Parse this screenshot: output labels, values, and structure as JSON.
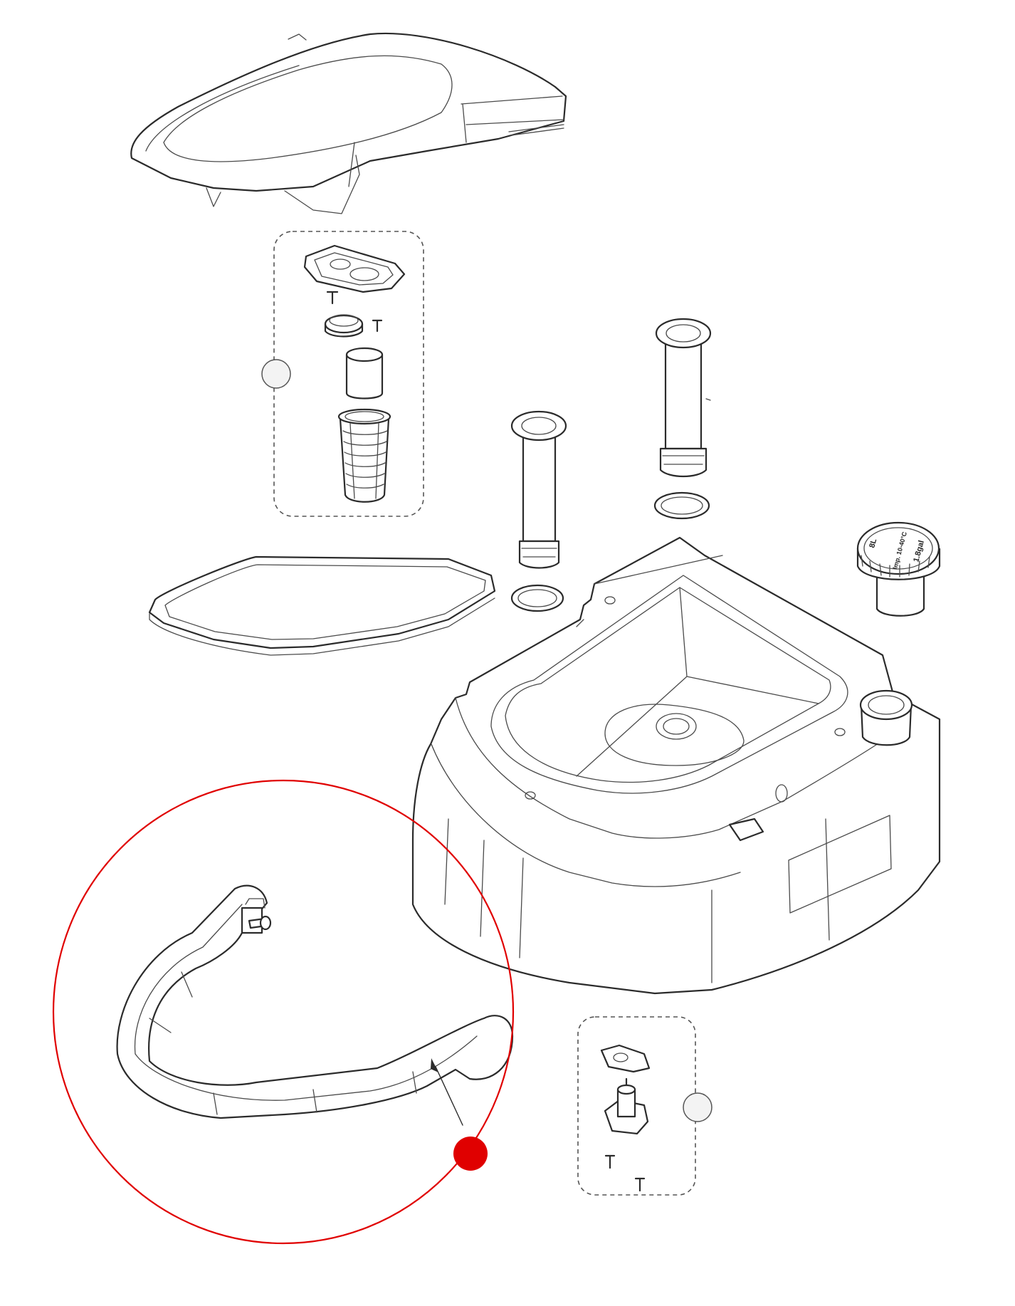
{
  "diagram": {
    "cap_label_1": "8L",
    "cap_label_2": "1.8gal",
    "cap_label_3": "Imp. 10-40°C",
    "highlight_color": "#e00000",
    "marker_color": "#e00000",
    "callout_fill": "#f3f3f3"
  }
}
